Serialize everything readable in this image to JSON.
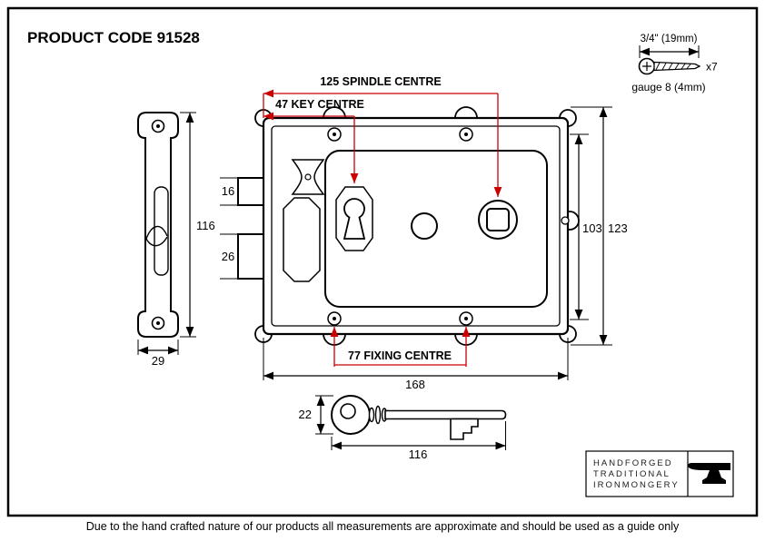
{
  "header": {
    "product_code": "PRODUCT CODE  91528"
  },
  "screw": {
    "length": "3/4\" (19mm)",
    "count": "x7",
    "gauge": "gauge 8 (4mm)"
  },
  "keep": {
    "height": "116",
    "width": "29"
  },
  "lock": {
    "spindle_centre": "125 SPINDLE CENTRE",
    "key_centre": "47 KEY CENTRE",
    "fixing_centre": "77 FIXING CENTRE",
    "bolt_height": "16",
    "latch_height": "26",
    "inner_height": "103",
    "outer_height": "123",
    "width": "168"
  },
  "key": {
    "bow_height": "22",
    "length": "116"
  },
  "logo": {
    "line1": "HANDFORGED",
    "line2": "TRADITIONAL",
    "line3": "IRONMONGERY"
  },
  "footer": {
    "disclaimer": "Due to the hand crafted nature of our products all measurements are approximate and should be used as a guide only"
  },
  "colors": {
    "dimension_red": "#cc0000",
    "ink": "#000000",
    "background": "#ffffff"
  }
}
